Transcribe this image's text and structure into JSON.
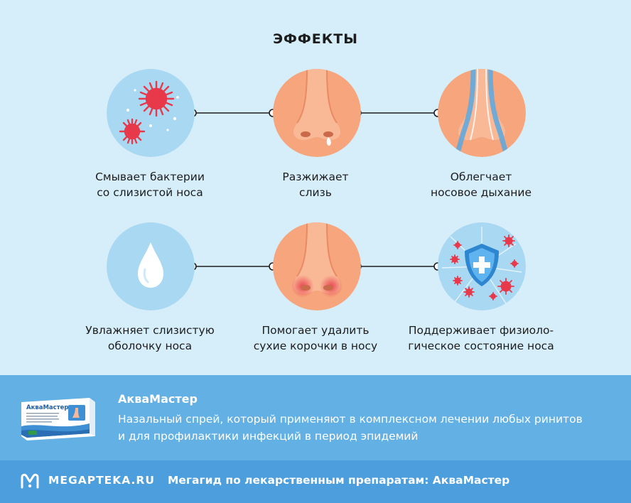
{
  "title": "ЭФФЕКТЫ",
  "effects": [
    {
      "icon": "bacteria-icon",
      "line1": "Смывает бактерии",
      "line2": "со слизистой носа"
    },
    {
      "icon": "nose-mucus-icon",
      "line1": "Разжижает",
      "line2": "слизь"
    },
    {
      "icon": "nose-breathing-icon",
      "line1": "Облегчает",
      "line2": "носовое дыхание"
    },
    {
      "icon": "water-drop-icon",
      "line1": "Увлажняет слизистую",
      "line2": "оболочку носа"
    },
    {
      "icon": "nose-crusts-icon",
      "line1": "Помогает удалить",
      "line2": "сухие корочки в носу"
    },
    {
      "icon": "shield-virus-icon",
      "line1": "Поддерживает физиоло-",
      "line2": "гическое состояние носа"
    }
  ],
  "product": {
    "name": "АкваМастер",
    "description_line1": "Назальный спрей, который применяют в комплексном лечении любых ринитов",
    "description_line2": "и для профилактики инфекций в период эпидемий",
    "box_label": "АкваМастер"
  },
  "footer": {
    "brand": "MEGAPTEKA.RU",
    "text": "Мегагид по лекарственным препаратам: АкваМастер"
  },
  "colors": {
    "background": "#d6eefa",
    "circle_blue": "#a9d8f3",
    "circle_peach": "#f6a57d",
    "virus_red": "#e8394b",
    "info_band": "#62b0e4",
    "footer_band": "#4c9edc"
  }
}
